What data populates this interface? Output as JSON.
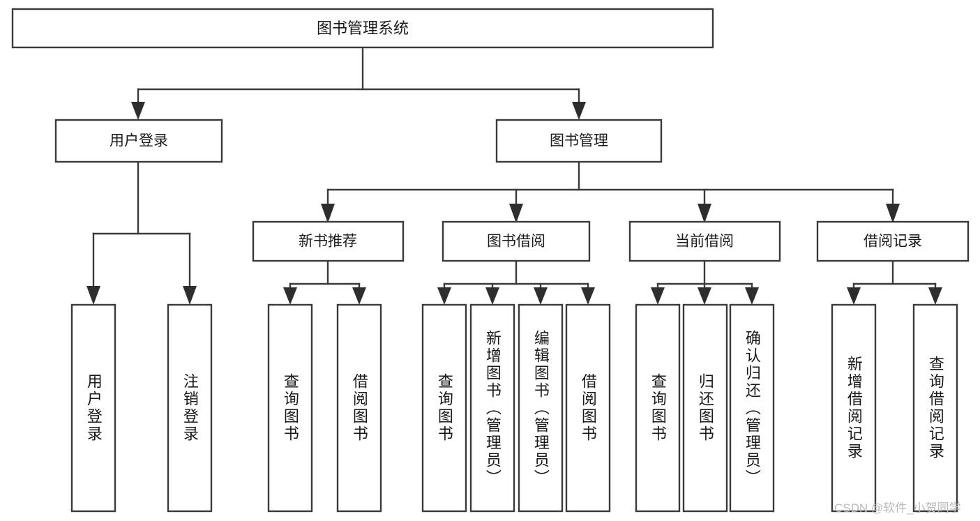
{
  "diagram": {
    "type": "tree",
    "title": "图书管理系统",
    "orientation": "top-down",
    "colors": {
      "box_stroke": "#3a3a3a",
      "box_fill": "#ffffff",
      "connector": "#3a3a3a",
      "text": "#1a1a1a",
      "watermark": "#b9b9b9",
      "background": "#ffffff"
    },
    "root": {
      "label": "图书管理系统",
      "name": "node-book-management-system"
    },
    "level2": [
      {
        "label": "用户登录",
        "name": "node-user-login"
      },
      {
        "label": "图书管理",
        "name": "node-book-management"
      }
    ],
    "level3": [
      {
        "label": "新书推荐",
        "name": "node-new-book-recommend"
      },
      {
        "label": "图书借阅",
        "name": "node-book-borrow"
      },
      {
        "label": "当前借阅",
        "name": "node-current-borrow"
      },
      {
        "label": "借阅记录",
        "name": "node-borrow-record"
      }
    ],
    "leaves": {
      "user_login": [
        {
          "label": "用户登录",
          "name": "leaf-user-login"
        },
        {
          "label": "注销登录",
          "name": "leaf-logout"
        }
      ],
      "new_book_recommend": [
        {
          "label": "查询图书",
          "name": "leaf-query-book-recommend"
        },
        {
          "label": "借阅图书",
          "name": "leaf-borrow-book-recommend"
        }
      ],
      "book_borrow": [
        {
          "label": "查询图书",
          "name": "leaf-query-book-borrow"
        },
        {
          "label": "新增图书（管理员）",
          "name": "leaf-add-book-admin"
        },
        {
          "label": "编辑图书（管理员）",
          "name": "leaf-edit-book-admin"
        },
        {
          "label": "借阅图书",
          "name": "leaf-borrow-book"
        }
      ],
      "current_borrow": [
        {
          "label": "查询图书",
          "name": "leaf-query-book-current"
        },
        {
          "label": "归还图书",
          "name": "leaf-return-book"
        },
        {
          "label": "确认归还（管理员）",
          "name": "leaf-confirm-return-admin"
        }
      ],
      "borrow_record": [
        {
          "label": "新增借阅记录",
          "name": "leaf-add-borrow-record"
        },
        {
          "label": "查询借阅记录",
          "name": "leaf-query-borrow-record"
        }
      ]
    },
    "watermark": "CSDN @软件_小贺同学"
  }
}
